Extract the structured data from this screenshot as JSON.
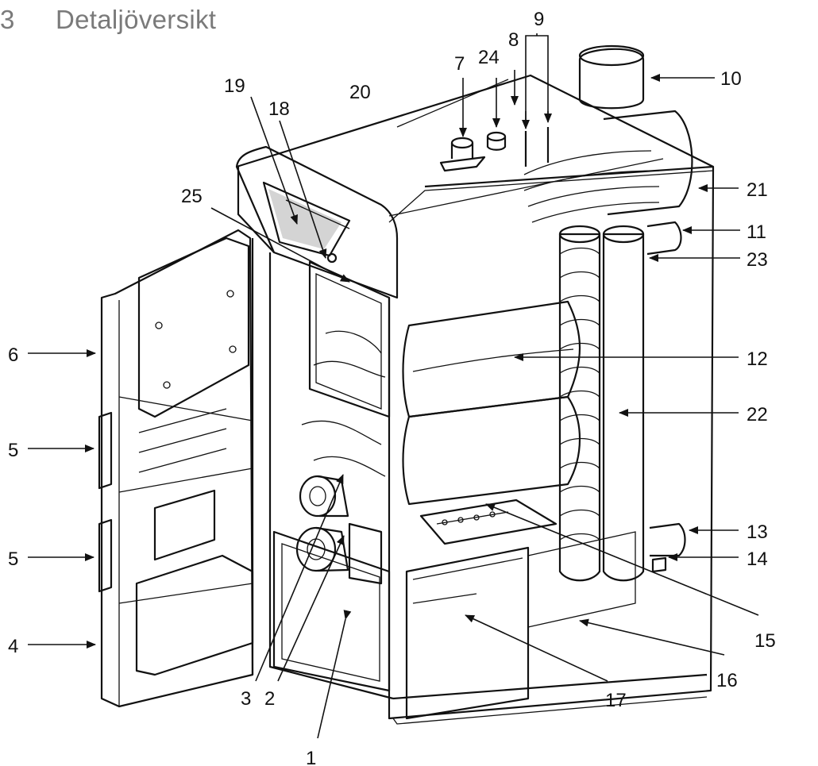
{
  "heading": {
    "number": "3",
    "title": "Detaljöversikt"
  },
  "labels": [
    {
      "id": "l1",
      "text": "1"
    },
    {
      "id": "l2",
      "text": "2"
    },
    {
      "id": "l3",
      "text": "3"
    },
    {
      "id": "l4",
      "text": "4"
    },
    {
      "id": "l5a",
      "text": "5"
    },
    {
      "id": "l5b",
      "text": "5"
    },
    {
      "id": "l6",
      "text": "6"
    },
    {
      "id": "l7",
      "text": "7"
    },
    {
      "id": "l8",
      "text": "8"
    },
    {
      "id": "l9",
      "text": "9"
    },
    {
      "id": "l10",
      "text": "10"
    },
    {
      "id": "l11",
      "text": "11"
    },
    {
      "id": "l12",
      "text": "12"
    },
    {
      "id": "l13",
      "text": "13"
    },
    {
      "id": "l14",
      "text": "14"
    },
    {
      "id": "l15",
      "text": "15"
    },
    {
      "id": "l16",
      "text": "16"
    },
    {
      "id": "l17",
      "text": "17"
    },
    {
      "id": "l18",
      "text": "18"
    },
    {
      "id": "l19",
      "text": "19"
    },
    {
      "id": "l20",
      "text": "20"
    },
    {
      "id": "l21",
      "text": "21"
    },
    {
      "id": "l22",
      "text": "22"
    },
    {
      "id": "l23",
      "text": "23"
    },
    {
      "id": "l24",
      "text": "24"
    },
    {
      "id": "l25",
      "text": "25"
    }
  ],
  "colors": {
    "heading": "#7a7a7a",
    "line": "#111111",
    "shade": "#d4d4d4"
  }
}
